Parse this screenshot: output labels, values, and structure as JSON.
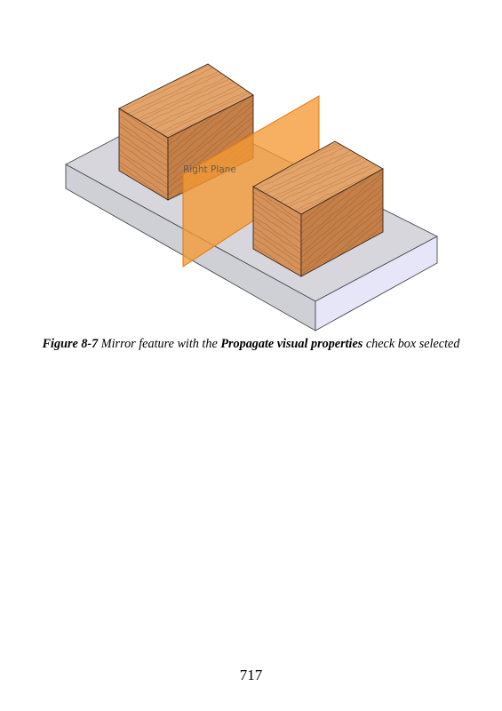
{
  "figure": {
    "plane_label": "Right Plane",
    "colors": {
      "base_top": "#d6d6dc",
      "base_left": "#c9c9d0",
      "base_right": "#e4e4f6",
      "base_edge": "#4a4a52",
      "wood_top": "#e3a46c",
      "wood_left": "#d6925a",
      "wood_right": "#bf7a44",
      "wood_edge": "#3a2a20",
      "plane_fill": "#f59a35",
      "plane_edge": "#e07a10"
    }
  },
  "caption": {
    "label": "Figure 8-7",
    "text_before": " Mirror feature with the ",
    "emphasis": "Propagate visual properties",
    "text_after": " check box selected"
  },
  "page": {
    "number": "717"
  }
}
